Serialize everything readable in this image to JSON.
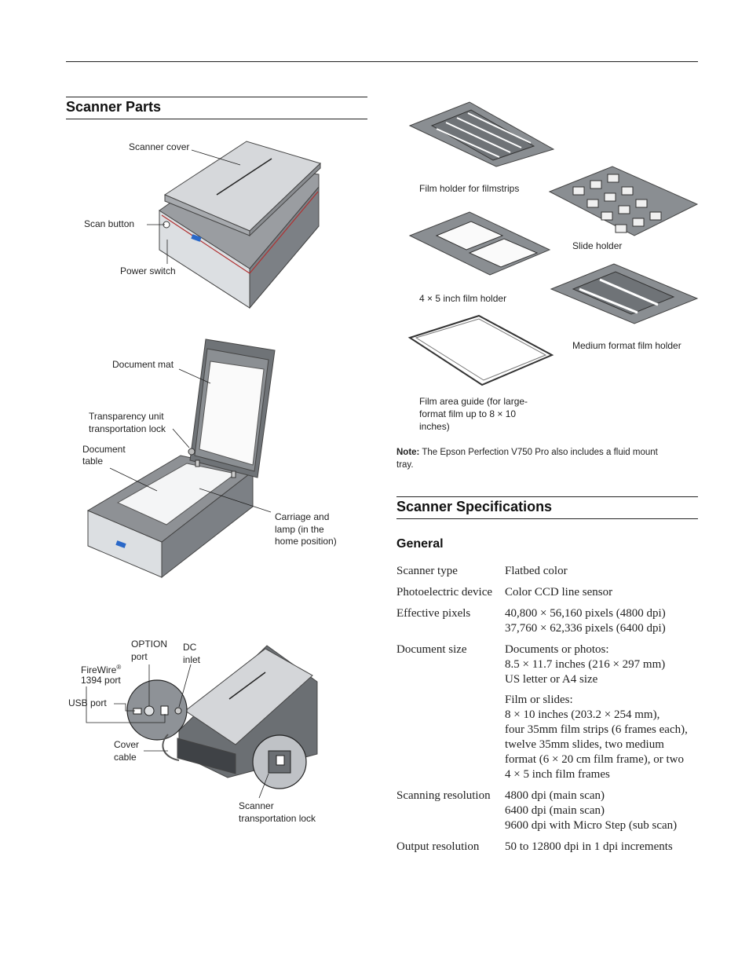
{
  "left_section": {
    "title": "Scanner Parts",
    "fig1_labels": [
      "Scanner cover",
      "Scan button",
      "Power switch"
    ],
    "fig2_labels": [
      "Document mat",
      "Transparency unit",
      "transportation lock",
      "Document",
      "table",
      "Carriage and",
      "lamp (in the",
      "home position)"
    ],
    "fig3_labels": {
      "option": [
        "OPTION",
        "port"
      ],
      "dc": [
        "DC",
        "inlet"
      ],
      "firewire": [
        "FireWire",
        "®",
        "1394 port"
      ],
      "usb": "USB port",
      "cover": [
        "Cover",
        "cable"
      ],
      "lock": [
        "Scanner",
        "transportation lock"
      ]
    }
  },
  "right_section": {
    "holder_labels": {
      "filmstrips": "Film holder for filmstrips",
      "slide": "Slide holder",
      "four_by_five": "4 × 5 inch film holder",
      "medium": "Medium format film holder",
      "guide": [
        "Film area guide (for large-",
        "format film up to 8 × 10",
        "inches)"
      ]
    },
    "note_label": "Note:",
    "note_text": " The Epson Perfection V750 Pro also includes a fluid mount",
    "note_text2": "tray.",
    "spec_title": "Scanner Specifications",
    "general_title": "General",
    "specs": [
      {
        "label": "Scanner type",
        "values": [
          "Flatbed color"
        ]
      },
      {
        "label": "Photoelectric device",
        "values": [
          "Color CCD line sensor"
        ]
      },
      {
        "label": "Effective pixels",
        "values": [
          "40,800 × 56,160 pixels (4800 dpi)",
          "37,760 × 62,336 pixels (6400 dpi)"
        ]
      },
      {
        "label": "Document size",
        "values": [
          "Documents or photos:",
          "8.5 × 11.7 inches (216 × 297 mm)",
          "US letter or A4 size",
          "",
          "Film or slides:",
          "8 × 10 inches (203.2 × 254 mm),",
          "four 35mm film strips (6 frames each),",
          "twelve 35mm slides, two medium",
          "format (6 × 20 cm film frame), or two",
          "4 × 5 inch film frames"
        ]
      },
      {
        "label": "Scanning resolution",
        "values": [
          "4800 dpi (main scan)",
          "6400 dpi (main scan)",
          "9600 dpi with Micro Step (sub scan)"
        ]
      },
      {
        "label": "Output resolution",
        "values": [
          "50 to 12800 dpi in 1 dpi increments"
        ]
      }
    ]
  }
}
